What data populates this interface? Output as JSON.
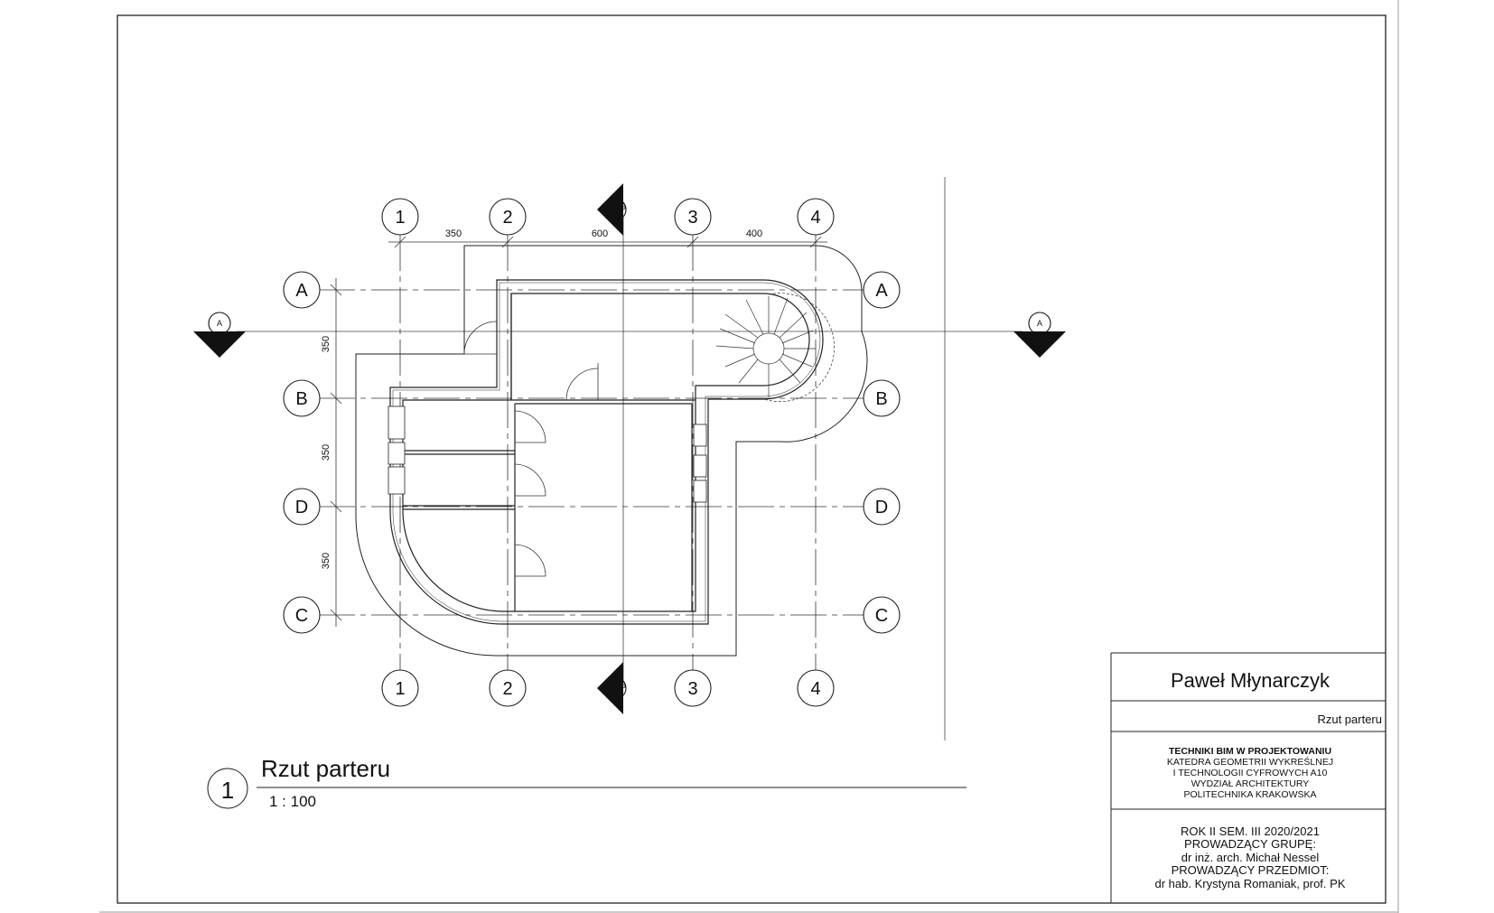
{
  "grid": {
    "columns": [
      "1",
      "2",
      "3",
      "4"
    ],
    "rows": [
      "A",
      "B",
      "D",
      "C"
    ],
    "column_dimensions": [
      "350",
      "600",
      "400"
    ],
    "row_dimensions": [
      "350",
      "350",
      "350"
    ]
  },
  "sections": {
    "horizontal": "A",
    "vertical": "B"
  },
  "view": {
    "number": "1",
    "title": "Rzut parteru",
    "scale": "1 : 100"
  },
  "title_block": {
    "author": "Paweł Młynarczyk",
    "sheet_name": "Rzut parteru",
    "course": "TECHNIKI BIM W PROJEKTOWANIU",
    "department_1": "KATEDRA GEOMETRII WYKREŚLNEJ",
    "department_2": "I TECHNOLOGII CYFROWYCH A10",
    "faculty": "WYDZIAŁ ARCHITEKTURY",
    "university": "POLITECHNIKA KRAKOWSKA",
    "year": "ROK II SEM. III 2020/2021",
    "group_lead_label": "PROWADZĄCY GRUPĘ:",
    "group_lead": "dr inż. arch. Michał Nessel",
    "subject_lead_label": "PROWADZĄCY PRZEDMIOT:",
    "subject_lead": "dr hab. Krystyna Romaniak, prof. PK"
  }
}
